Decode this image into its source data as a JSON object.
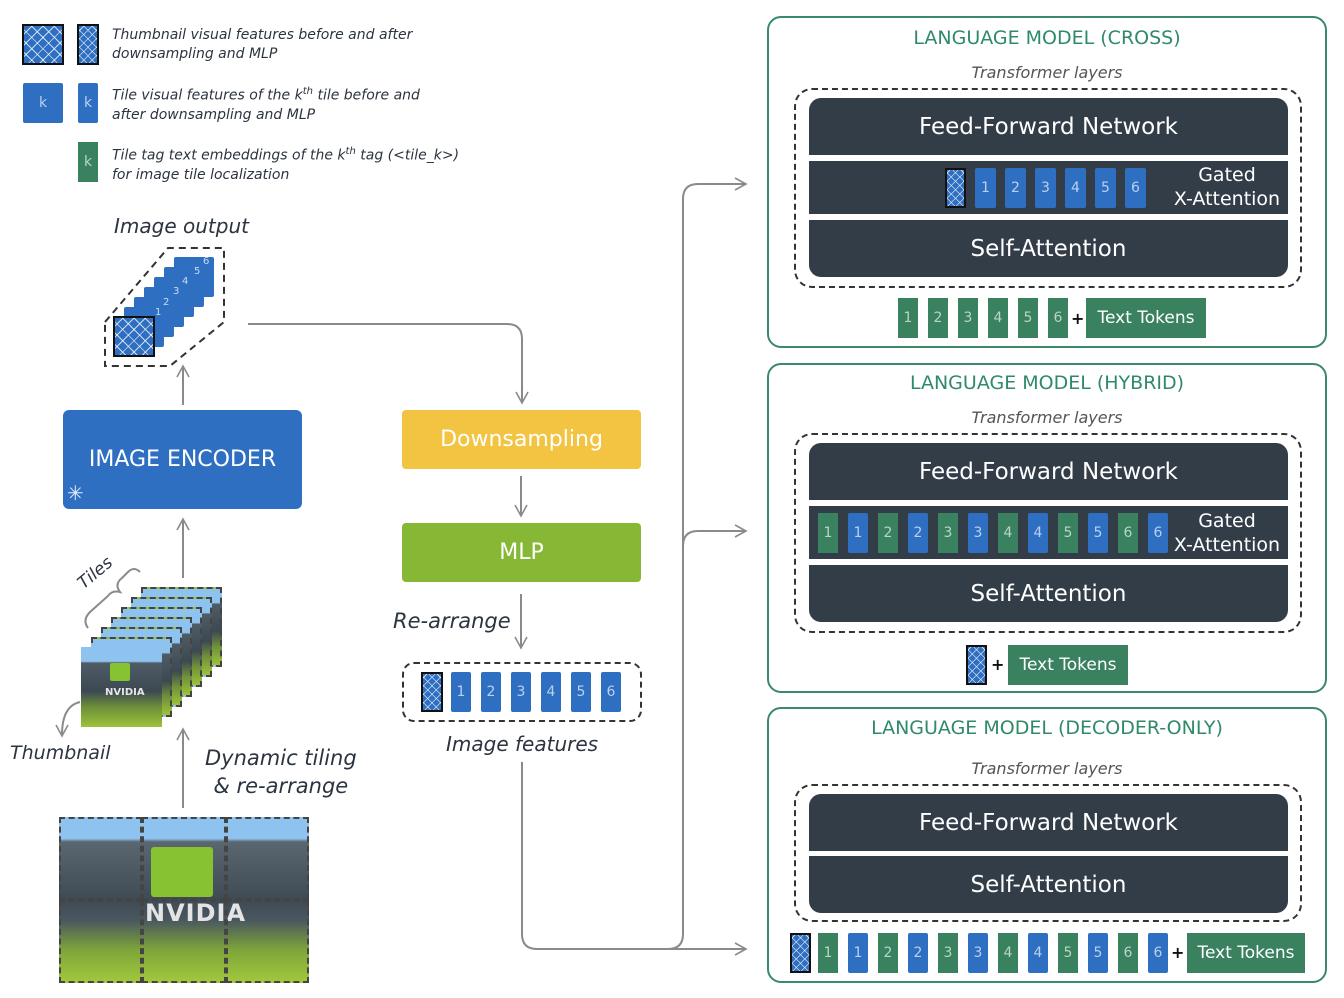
{
  "legend": {
    "items": [
      {
        "icon": "thumbnail-hatched-icon",
        "text_line1": "Thumbnail visual features before and after",
        "text_line2": "downsampling and MLP"
      },
      {
        "icon": "tile-feature-icon",
        "label": "k",
        "text_line1_pre": "Tile visual features of the k",
        "sup": "th",
        "text_line1_post": " tile before and",
        "text_line2": "after downsampling and MLP"
      },
      {
        "icon": "tile-tag-icon",
        "label": "k",
        "text_line1_pre": "Tile tag text embeddings of the k",
        "sup": "th",
        "text_line1_post": " tag (<tile_k>)",
        "text_line2": "for image tile localization"
      }
    ]
  },
  "left": {
    "image_output_label": "Image output",
    "stack_numbers": [
      "1",
      "2",
      "3",
      "4",
      "5",
      "6"
    ],
    "encoder_label": "IMAGE ENCODER",
    "encoder_icon": "snowflake-icon",
    "tiles_label": "Tiles",
    "thumbnail_label": "Thumbnail",
    "photo_text": "NVIDIA",
    "dynamic_label_line1": "Dynamic tiling",
    "dynamic_label_line2": "& re-arrange"
  },
  "middle": {
    "downsampling_label": "Downsampling",
    "mlp_label": "MLP",
    "rearrange_label": "Re-arrange",
    "feature_tiles": [
      "1",
      "2",
      "3",
      "4",
      "5",
      "6"
    ],
    "image_features_label": "Image features"
  },
  "models": [
    {
      "title": "LANGUAGE MODEL (CROSS)",
      "subtitle": "Transformer layers",
      "ffn": "Feed-Forward Network",
      "gated_line1": "Gated",
      "gated_line2": "X-Attention",
      "self_attention": "Self-Attention",
      "cross_tokens": [
        "1",
        "2",
        "3",
        "4",
        "5",
        "6"
      ],
      "input_tags": [
        "1",
        "2",
        "3",
        "4",
        "5",
        "6"
      ],
      "plus": "+",
      "text_tokens": "Text Tokens"
    },
    {
      "title": "LANGUAGE MODEL (HYBRID)",
      "subtitle": "Transformer layers",
      "ffn": "Feed-Forward Network",
      "gated_line1": "Gated",
      "gated_line2": "X-Attention",
      "self_attention": "Self-Attention",
      "cross_tokens": [
        "1",
        "1",
        "2",
        "2",
        "3",
        "3",
        "4",
        "4",
        "5",
        "5",
        "6",
        "6"
      ],
      "plus": "+",
      "text_tokens": "Text Tokens"
    },
    {
      "title": "LANGUAGE MODEL (DECODER-ONLY)",
      "subtitle": "Transformer layers",
      "ffn": "Feed-Forward Network",
      "self_attention": "Self-Attention",
      "input_tokens": [
        "1",
        "1",
        "2",
        "2",
        "3",
        "3",
        "4",
        "4",
        "5",
        "5",
        "6",
        "6"
      ],
      "plus": "+",
      "text_tokens": "Text Tokens"
    }
  ],
  "colors": {
    "tile_blue": "#2f6fc2",
    "tag_green": "#3a8160",
    "downsampling_yellow": "#f2c442",
    "mlp_green": "#86b836",
    "dark_layer": "#323d48",
    "panel_border": "#3a8a6a"
  }
}
